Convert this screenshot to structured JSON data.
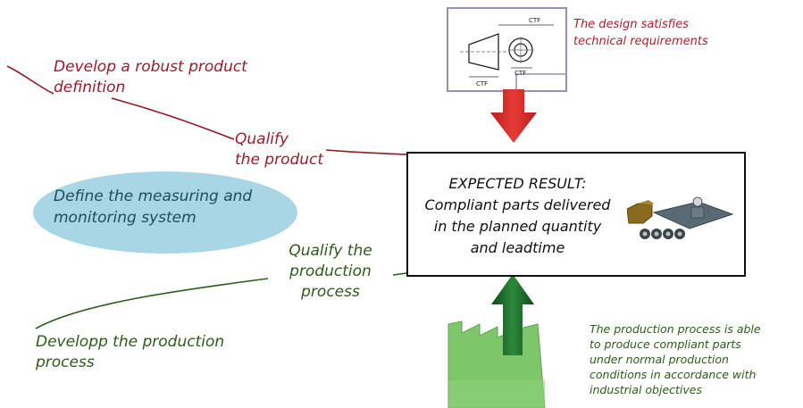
{
  "labels": {
    "develop_robust": [
      "Develop a robust product",
      "definition"
    ],
    "qualify_product": [
      "Qualify",
      "the product"
    ],
    "define_measuring": [
      "Define the measuring and",
      "monitoring system"
    ],
    "qualify_process": [
      "Qualify the",
      "production",
      "process"
    ],
    "develop_process": [
      "Developp the production",
      "process"
    ]
  },
  "result": {
    "heading": "EXPECTED RESULT:",
    "lines": [
      "Compliant parts delivered",
      "in the planned quantity",
      "and leadtime"
    ]
  },
  "notes": {
    "design": [
      "The design satisfies",
      "technical requirements"
    ],
    "production": [
      "The production process is able",
      "to produce compliant parts",
      "under normal production",
      "conditions in accordance with",
      "industrial objectives"
    ]
  },
  "drawing": {
    "tags": [
      "CTF",
      "CTF",
      "CTF"
    ]
  },
  "colors": {
    "red_text": "#9b1b2a",
    "green_text": "#2e5a1a",
    "ellipse_fill": "#a9d6e5",
    "red_arrow": "#d62a2a",
    "green_arrow": "#1f6b2a",
    "factory": "#7ec66a"
  },
  "icons": [
    "technical-drawing-icon",
    "red-arrow-icon",
    "green-arrow-icon",
    "factory-icon",
    "mechanical-parts-icon"
  ]
}
